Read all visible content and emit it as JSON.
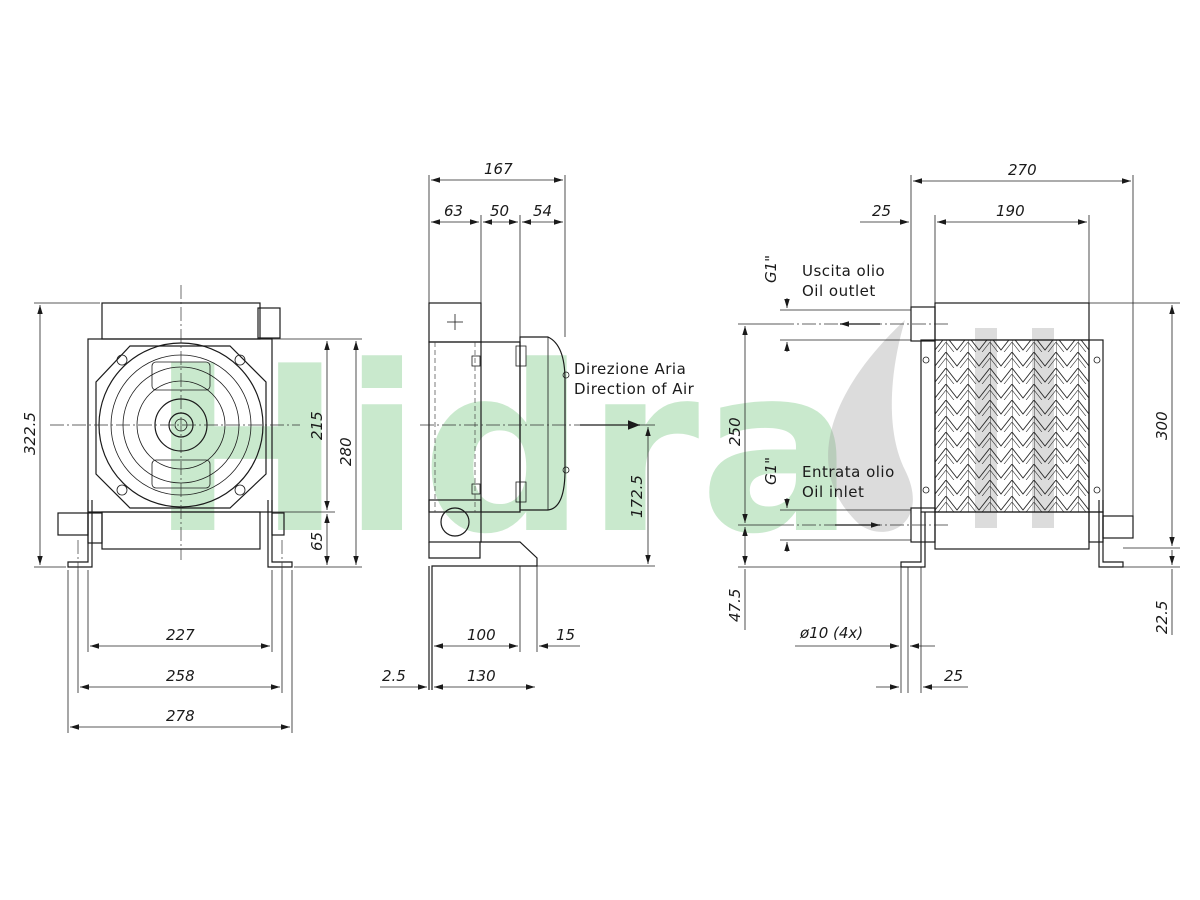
{
  "watermark": {
    "text": "Hidra",
    "color": "#3cb04a"
  },
  "front_view": {
    "dims": {
      "h_total": "322.5",
      "h_fan": "215",
      "h_body": "280",
      "h_bottom": "65",
      "w_227": "227",
      "w_258": "258",
      "w_278": "278"
    }
  },
  "side_view": {
    "dims": {
      "w_total": "167",
      "w_63": "63",
      "w_50": "50",
      "w_54": "54",
      "h_172": "172.5",
      "w_100": "100",
      "w_15": "15",
      "w_25": "2.5",
      "w_130": "130"
    },
    "air_label_it": "Direzione Aria",
    "air_label_en": "Direction of Air"
  },
  "rear_view": {
    "dims": {
      "w_270": "270",
      "w_25": "25",
      "w_190": "190",
      "h_250": "250",
      "h_300": "300",
      "h_47": "47.5",
      "h_22": "22.5",
      "holes": "ø10 (4x)",
      "w_25b": "25",
      "thread_top": "G1\"",
      "thread_bottom": "G1\""
    },
    "outlet_it": "Uscita olio",
    "outlet_en": "Oil outlet",
    "inlet_it": "Entrata olio",
    "inlet_en": "Oil inlet"
  }
}
